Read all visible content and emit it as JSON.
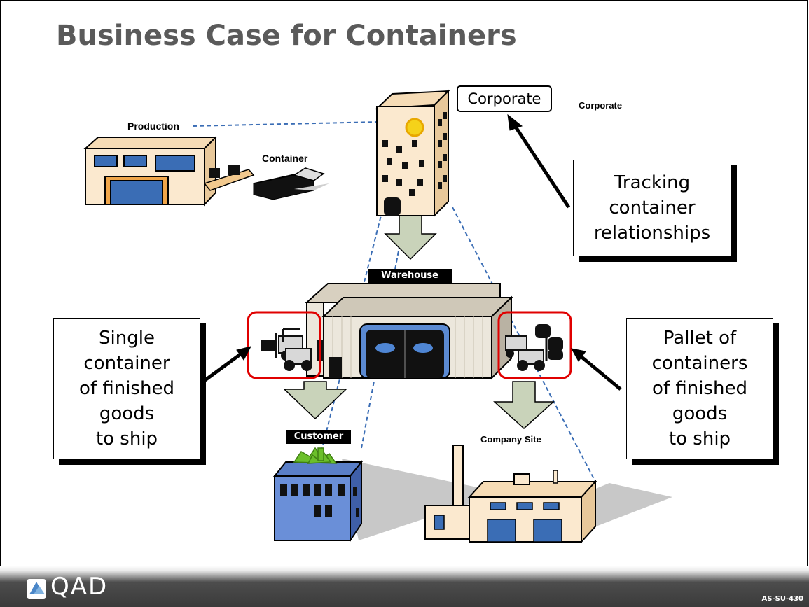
{
  "title": "Business Case for Containers",
  "labels": {
    "production": "Production",
    "container": "Container",
    "corporate_box": "Corporate",
    "corporate": "Corporate",
    "warehouse": "Warehouse",
    "customer": "Customer",
    "company_site": "Company Site"
  },
  "callouts": {
    "tracking": "Tracking\ncontainer\nrelationships",
    "single": "Single\ncontainer\nof finished\ngoods\nto ship",
    "pallet": "Pallet of\ncontainers\nof finished\ngoods\nto ship"
  },
  "footer": {
    "logo": "QAD",
    "code": "AS-SU-430"
  },
  "colors": {
    "title": "#5a5a5a",
    "arrow_fill": "#c9d3ba",
    "highlight_box": "#e00000",
    "dashed_line": "#3a6db5",
    "customer_building": "#6a8fd8"
  }
}
